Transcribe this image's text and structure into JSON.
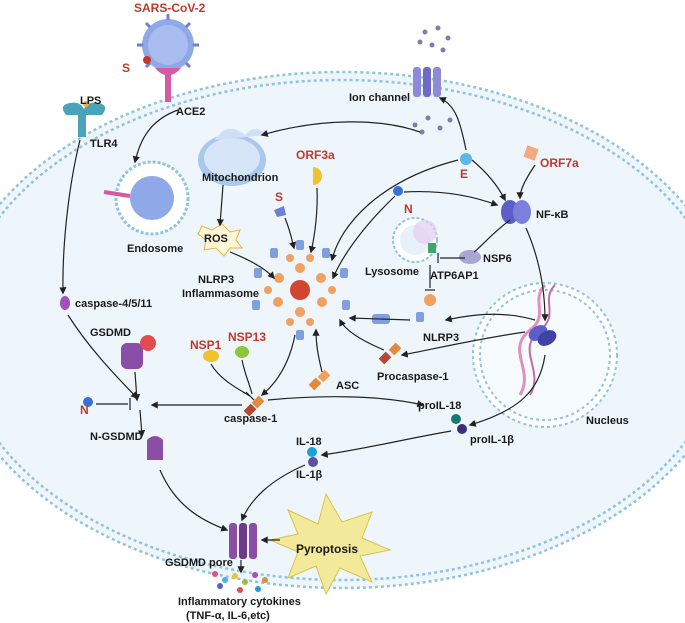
{
  "labels": {
    "sars": "SARS-CoV-2",
    "s_spike": "S",
    "ace2": "ACE2",
    "lps": "LPS",
    "tlr4": "TLR4",
    "endosome": "Endosome",
    "mitochondrion": "Mitochondrion",
    "orf3a": "ORF3a",
    "s_mid": "S",
    "ros": "ROS",
    "ion_channel": "Ion channel",
    "e": "E",
    "orf7a": "ORF7a",
    "n_top": "N",
    "nfkb": "NF-κB",
    "nlrp3_inflam_1": "NLRP3",
    "nlrp3_inflam_2": "Inflammasome",
    "lysosome": "Lysosome",
    "atp6ap1": "ATP6AP1",
    "nsp6": "NSP6",
    "nlrp3": "NLRP3",
    "caspase4": "caspase-4/5/11",
    "gsdmd": "GSDMD",
    "nsp1": "NSP1",
    "nsp13": "NSP13",
    "procasp": "Procaspase-1",
    "asc": "ASC",
    "n_left": "N",
    "caspase1": "caspase-1",
    "nucleus": "Nucleus",
    "n_gsdmd": "N-GSDMD",
    "proil18": "proIL-18",
    "proil1b": "proIL-1β",
    "il18": "IL-18",
    "il1b": "IL-1β",
    "gsdmd_pore": "GSDMD pore",
    "pyroptosis": "Pyroptosis",
    "cytokines_1": "Inflammatory cytokines",
    "cytokines_2": "(TNF-α, IL-6,etc)"
  }
}
